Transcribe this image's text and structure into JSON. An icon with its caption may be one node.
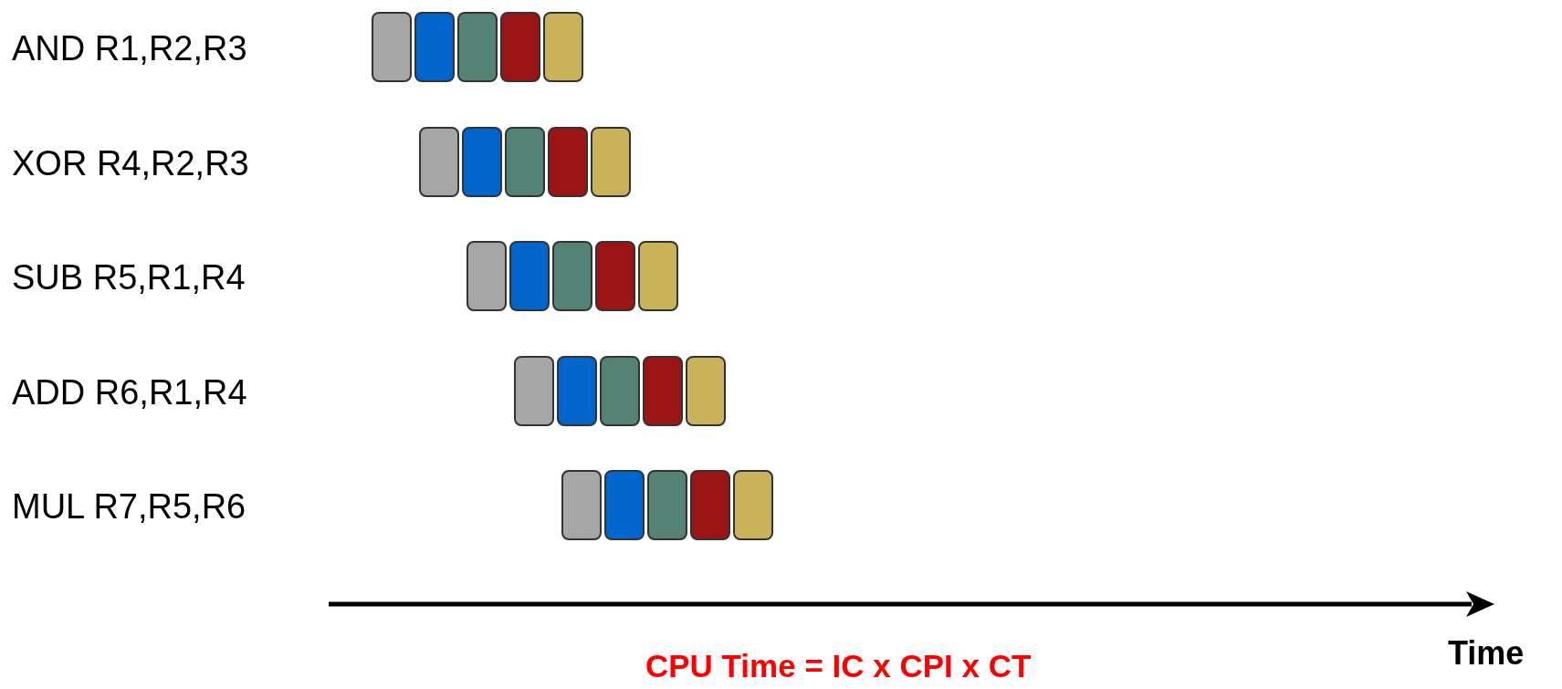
{
  "diagram": {
    "labels": [
      "AND R1,R2,R3",
      "XOR R4,R2,R3",
      "SUB R5,R1,R4",
      "ADD R6,R1,R4",
      "MUL R7,R5,R6",
      "CPU Time = IC x CPI x CT",
      "Time"
    ]
  }
}
